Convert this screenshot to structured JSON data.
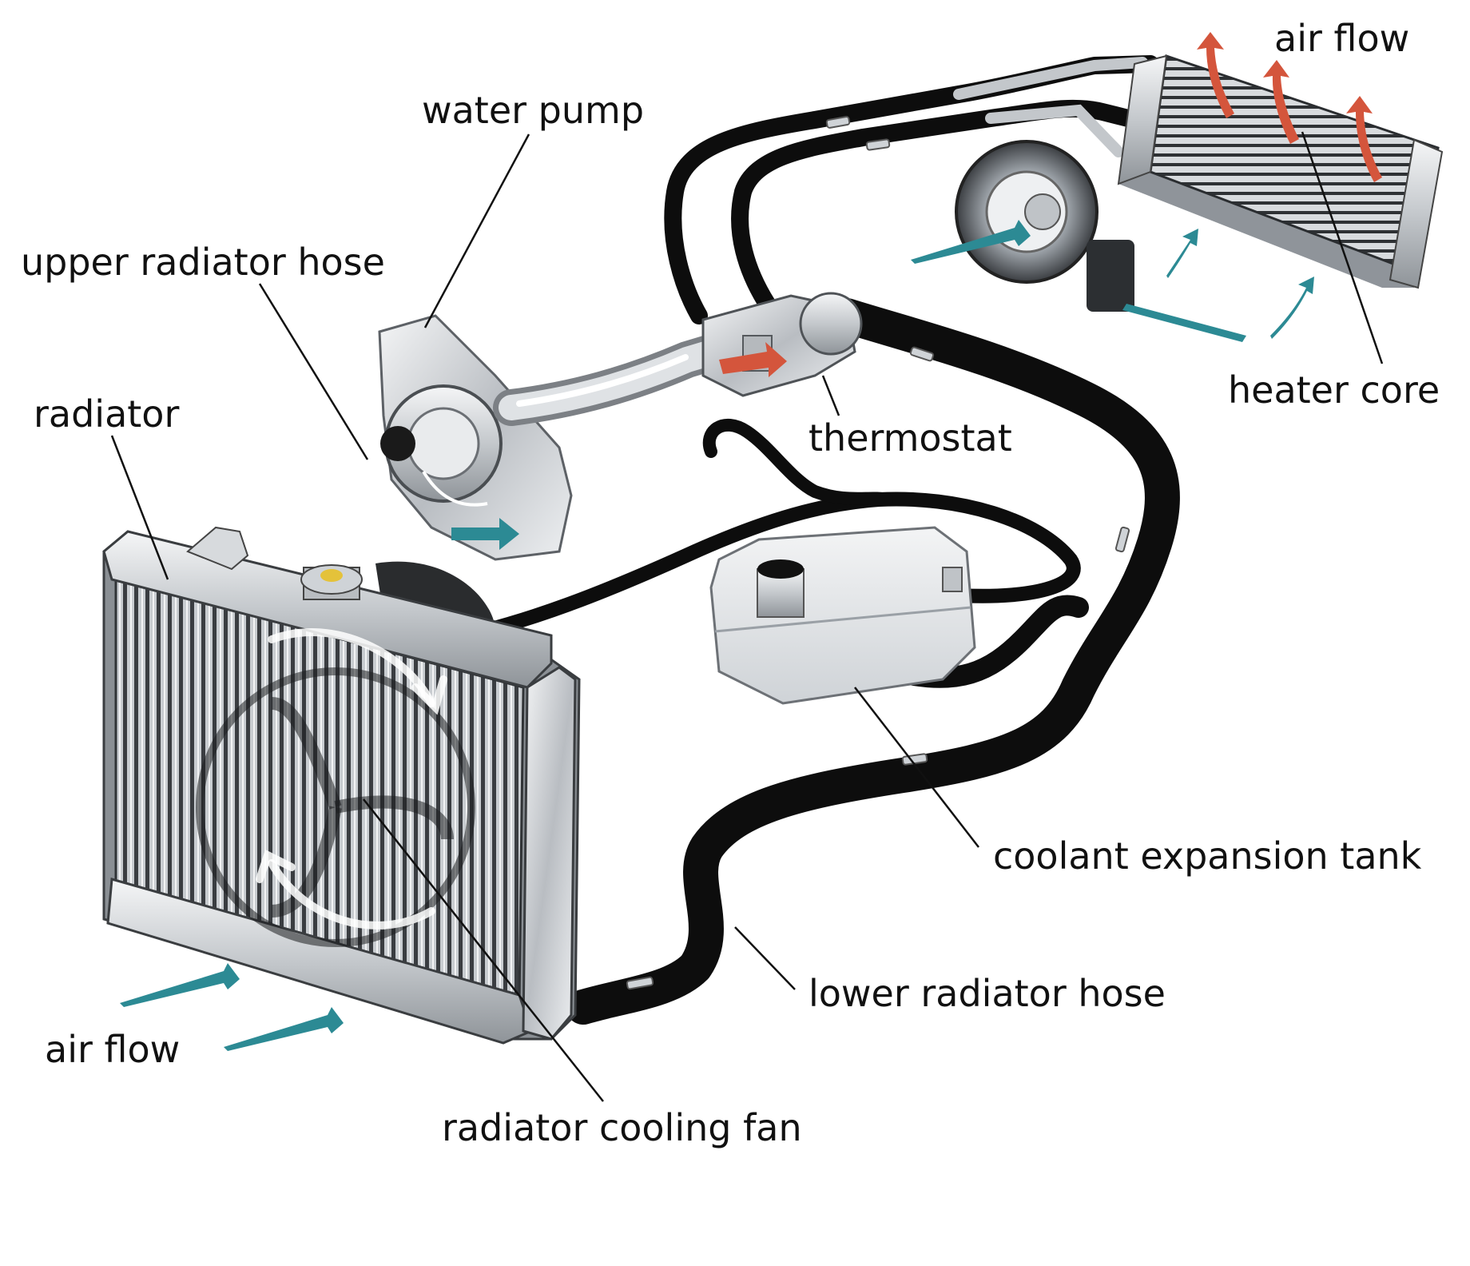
{
  "labels": {
    "water_pump": "water pump",
    "upper_radiator_hose": "upper radiator hose",
    "radiator": "radiator",
    "thermostat": "thermostat",
    "air_flow_top": "air flow",
    "heater_core": "heater core",
    "coolant_expansion_tank": "coolant expansion tank",
    "lower_radiator_hose": "lower radiator hose",
    "air_flow_bottom": "air flow",
    "radiator_cooling_fan": "radiator cooling fan"
  },
  "colors": {
    "hose": "#0d0d0d",
    "metal_light": "#e4e6e8",
    "metal_dark": "#7c8085",
    "cool_arrow": "#2c8a94",
    "hot_arrow": "#d4553c",
    "leader_line": "#111111"
  },
  "icons": {
    "cool_air": "teal-arrow-icon",
    "hot_air": "red-arrow-icon"
  }
}
